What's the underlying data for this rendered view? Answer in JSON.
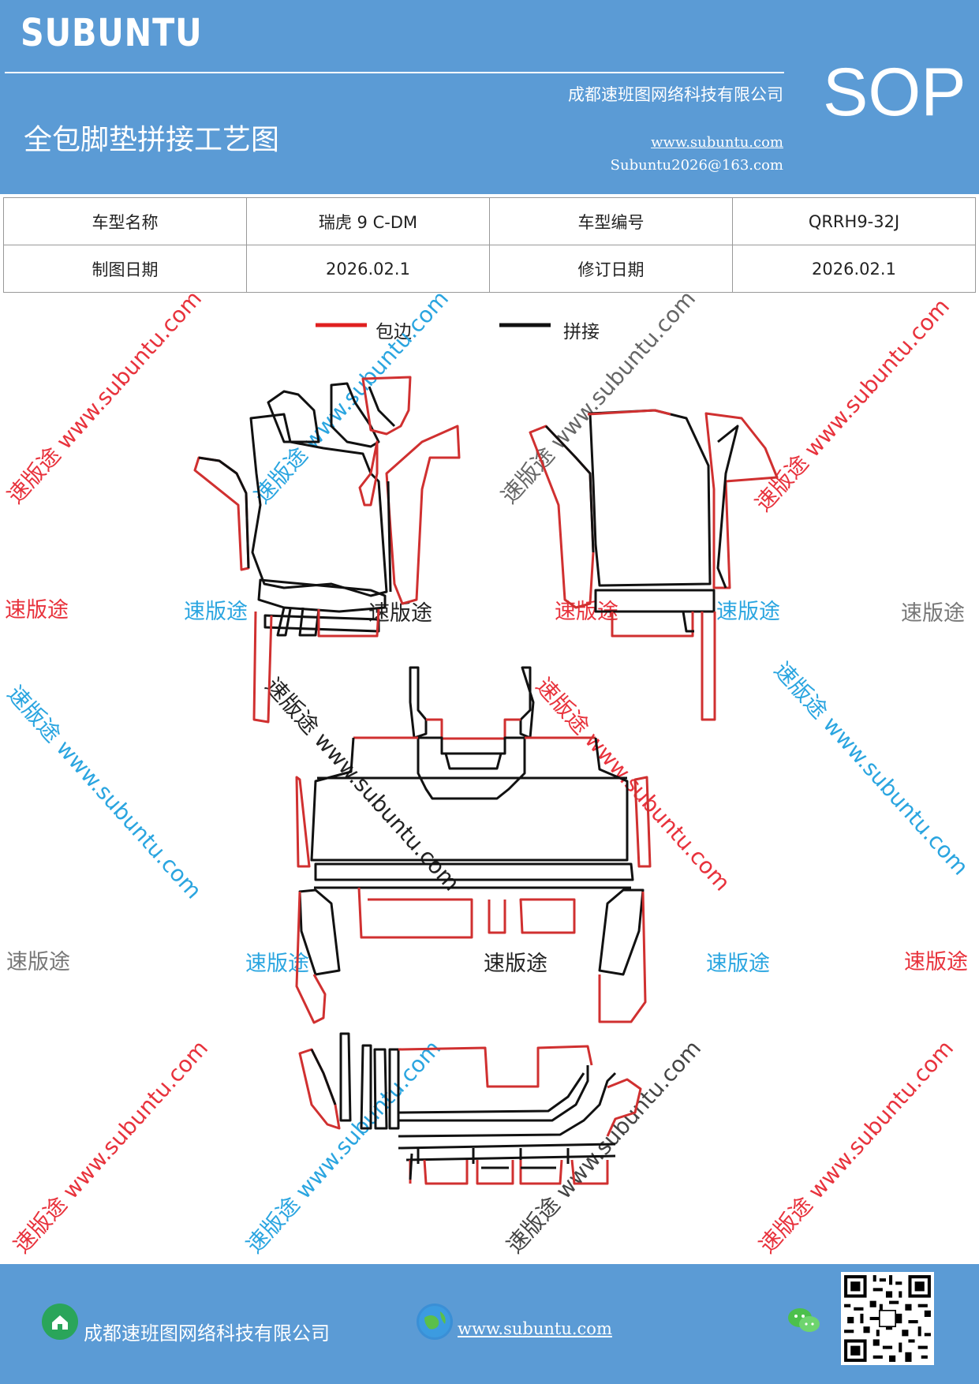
{
  "header": {
    "brand": "SUBUNTU",
    "title": "全包脚垫拼接工艺图",
    "company": "成都速班图网络科技有限公司",
    "website": "www.subuntu.com",
    "email": "Subuntu2026@163.com",
    "sop": "SOP"
  },
  "info_table": {
    "rows": [
      [
        "车型名称",
        "瑞虎 9 C-DM",
        "车型编号",
        "QRRH9-32J"
      ],
      [
        "制图日期",
        "2026.02.1",
        "修订日期",
        "2026.02.1"
      ]
    ]
  },
  "legend": {
    "items": [
      {
        "label": "包边",
        "color": "#e02020"
      },
      {
        "label": "拼接",
        "color": "#111111"
      }
    ]
  },
  "watermarks": {
    "brand_cn": "速版途",
    "brand_full": "速版途 www.subuntu.com",
    "colors": {
      "red": "#e8323c",
      "blue": "#2aa5e0",
      "gray": "#777777",
      "black": "#222222"
    }
  },
  "footer": {
    "company": "成都速班图网络科技有限公司",
    "website": "www.subuntu.com"
  },
  "colors": {
    "header_bg": "#5b9bd5",
    "edge_red": "#d03030",
    "seam_black": "#111111"
  },
  "icons": [
    "home-icon",
    "globe-icon",
    "wechat-icon",
    "qr-code"
  ]
}
